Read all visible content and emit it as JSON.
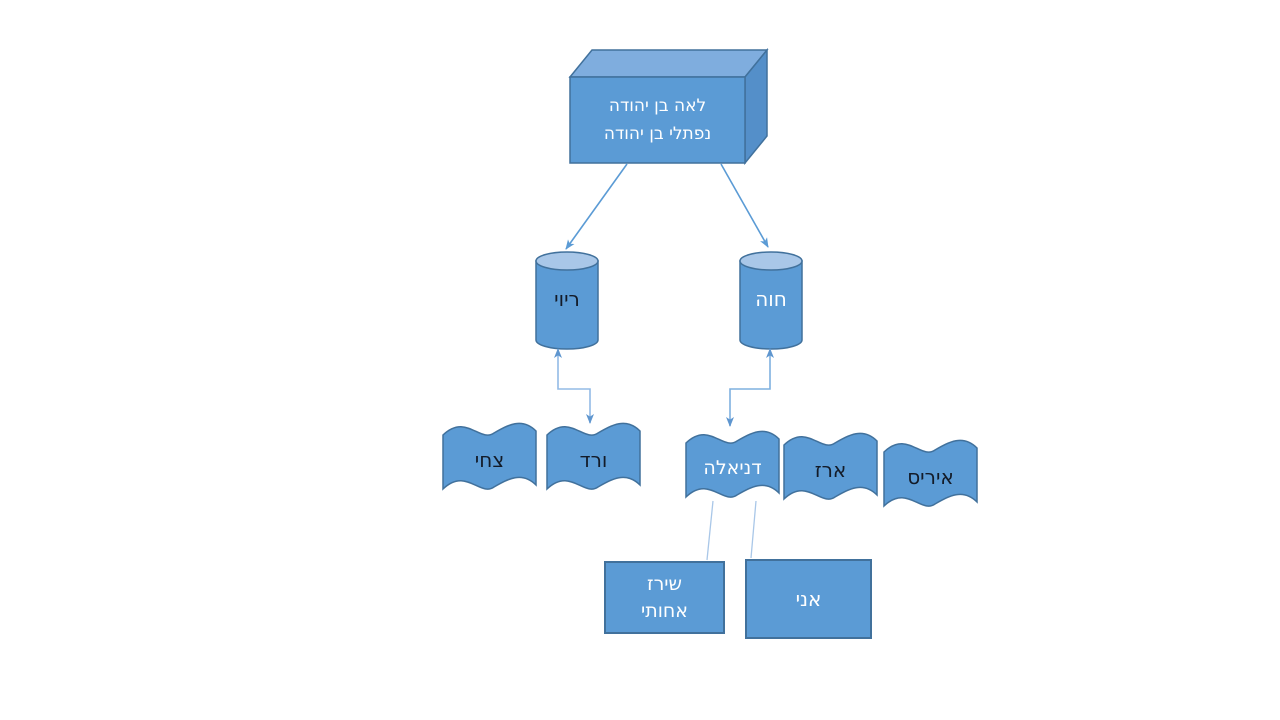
{
  "slide": {
    "background_color": "#ffffff",
    "colors": {
      "shape_fill": "#5b9bd5",
      "shape_fill_light": "#a9c7e8",
      "cube_top_fill": "#7fadde",
      "cube_side_fill": "#548fc9",
      "shape_border": "#41719c",
      "connector_medium": "#5b9bd5",
      "connector_light": "#93bbe6",
      "text_dark": "#131b28",
      "text_light": "#ffffff"
    },
    "nodes": {
      "root_box": {
        "shape": "cube",
        "line1": "לאה בן יהודה",
        "line2": "נפתלי בן יהודה"
      },
      "cylinder_left": {
        "shape": "cylinder",
        "label": "ריוי"
      },
      "cylinder_right": {
        "shape": "cylinder",
        "label": "חוה"
      },
      "wave_tsachi": {
        "shape": "wave",
        "label": "צחי"
      },
      "wave_vered": {
        "shape": "wave",
        "label": "ורד"
      },
      "wave_daniela": {
        "shape": "wave",
        "label": "דניאלה"
      },
      "wave_erez": {
        "shape": "wave",
        "label": "ארז"
      },
      "wave_iris": {
        "shape": "wave",
        "label": "איריס"
      },
      "rect_shiraz": {
        "shape": "rectangle",
        "line1": "שירז",
        "line2": "אחותי"
      },
      "rect_ani": {
        "shape": "rectangle",
        "label": "אני"
      }
    },
    "connectors": [
      {
        "from": "root_box",
        "to": "cylinder_left",
        "style": "straight-arrow"
      },
      {
        "from": "root_box",
        "to": "cylinder_right",
        "style": "straight-arrow"
      },
      {
        "from": "cylinder_left",
        "to": "wave_vered",
        "style": "elbow-double-arrow"
      },
      {
        "from": "cylinder_right",
        "to": "wave_daniela",
        "style": "elbow-double-arrow"
      },
      {
        "from": "wave_daniela",
        "to": "rect_shiraz",
        "style": "thin-line"
      },
      {
        "from": "wave_daniela",
        "to": "rect_ani",
        "style": "thin-line"
      }
    ]
  }
}
